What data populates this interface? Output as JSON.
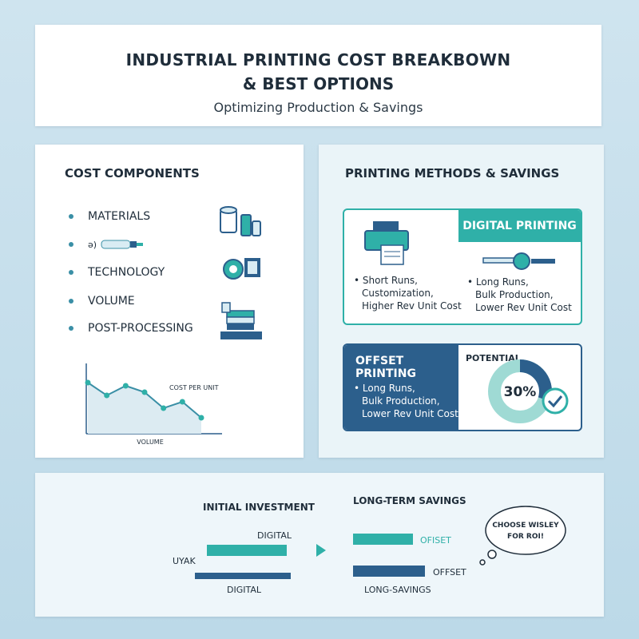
{
  "header": {
    "title_line1": "INDUSTRIAL PRINTING COST BREAKBOWN",
    "title_line2": "& BEST OPTIONS",
    "subtitle": "Optimizing Production & Savings"
  },
  "cost_components": {
    "title": "COST COMPONENTS",
    "items": [
      "MATERIALS",
      "ə)",
      "TECHNOLOGY",
      "VOLUME",
      "POST-PROCESSING"
    ],
    "icons": [
      "paper-roll-and-bottles-icon",
      "cable-connector-icon",
      "gear-circuit-icon",
      "stacked-sheets-press-icon"
    ],
    "chart": {
      "series_label": "COST PER UNIT",
      "x_label": "VOLUME",
      "values": [
        8,
        6,
        7.5,
        6.5,
        4,
        5,
        2.5
      ]
    }
  },
  "methods": {
    "title": "PRINTING METHODS & SAVINGS",
    "digital": {
      "band_label": "DIGITAL PRINTING",
      "left_bullets": [
        "Short Runs,",
        "Customization,",
        "Higher Rev Unit Cost"
      ],
      "right_bullets": [
        "Long Runs,",
        "Bulk Production,",
        "Lower Rev Unit Cost"
      ]
    },
    "offset": {
      "title": "OFFSET PRINTING",
      "bullets": [
        "Long Runs,",
        "Bulk Production,",
        "Lower Rev Unit Cost"
      ],
      "potential_label": "POTENTIAL",
      "potential_value": 30,
      "potential_text": "30%"
    }
  },
  "bottom": {
    "initial_title": "INITIAL INVESTMENT",
    "longterm_title": "LONG-TERM SAVINGS",
    "initial_bars": [
      {
        "label": "DIGITAL",
        "color": "#2fb0a8"
      },
      {
        "label": "DIGITAL",
        "color": "#2c5f8c"
      }
    ],
    "initial_side_label": "UYAK",
    "savings_bars": [
      {
        "label": "OFISET",
        "color": "#2fb0a8"
      },
      {
        "label": "OFFSET",
        "color": "#2c5f8c"
      }
    ],
    "savings_caption": "LONG-SAVINGS",
    "bubble_line1": "CHOOSE WISLEY",
    "bubble_line2": "FOR ROI!"
  },
  "colors": {
    "teal": "#2fb0a8",
    "navy": "#2c5f8c",
    "ink": "#1f2d3a"
  }
}
